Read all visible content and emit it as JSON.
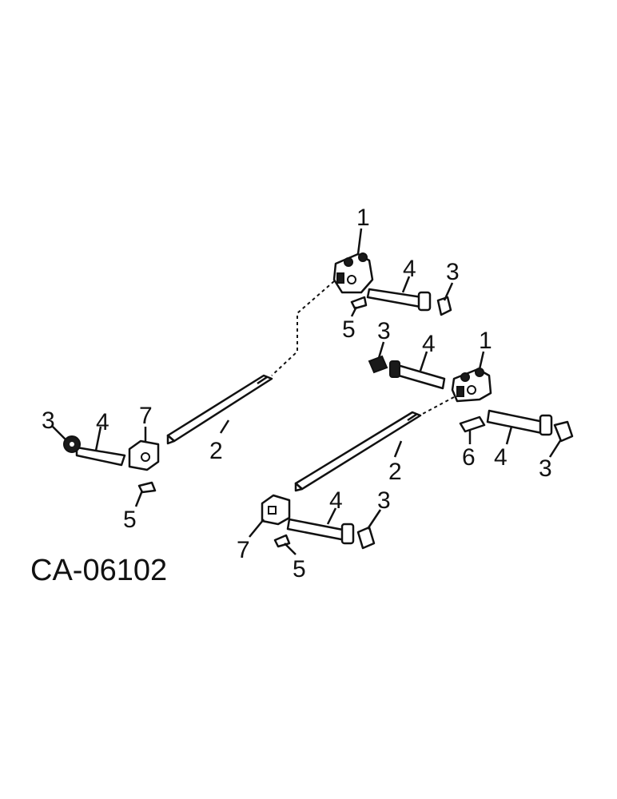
{
  "drawing": {
    "code": "CA-06102",
    "callouts": {
      "c1a": "1",
      "c1b": "1",
      "c2a": "2",
      "c2b": "2",
      "c3a": "3",
      "c3b": "3",
      "c3c": "3",
      "c3d": "3",
      "c3e": "3",
      "c4a": "4",
      "c4b": "4",
      "c4c": "4",
      "c4d": "4",
      "c4e": "4",
      "c5a": "5",
      "c5b": "5",
      "c5c": "5",
      "c6a": "6",
      "c7a": "7",
      "c7b": "7"
    }
  }
}
